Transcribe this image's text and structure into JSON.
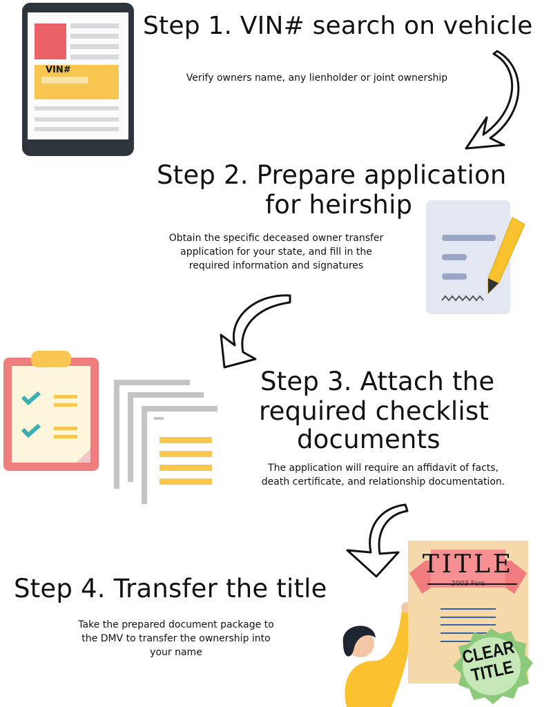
{
  "step1": {
    "title": "Step 1. VIN# search on vehicle",
    "body": "Verify owners name, any lienholder or joint ownership",
    "icon_label": "VIN#"
  },
  "step2": {
    "title_line1": "Step 2. Prepare application",
    "title_line2": "for heirship",
    "body_lines": [
      "Obtain the specific deceased owner transfer",
      "application for your state, and fill in the",
      "required information and signatures"
    ]
  },
  "step3": {
    "title_lines": [
      "Step 3. Attach the",
      "required checklist",
      "documents"
    ],
    "body_lines": [
      "The application will require an affidavit of facts,",
      "death certificate, and relationship documentation."
    ]
  },
  "step4": {
    "title": "Step 4. Transfer the title",
    "body_lines": [
      "Take the prepared document package to",
      "the DMV to transfer the ownership into",
      "your name"
    ],
    "doc_heading": "TITLE",
    "doc_subheading": "2003 Fors",
    "seal_line1": "CLEAR",
    "seal_line2": "TITLE"
  },
  "colors": {
    "red": "#ea6266",
    "yellow": "#f9c74f",
    "tablet": "#2e343b",
    "green": "#8cc97a",
    "paper": "#f5d9ab",
    "ribbon": "#f07c80"
  }
}
